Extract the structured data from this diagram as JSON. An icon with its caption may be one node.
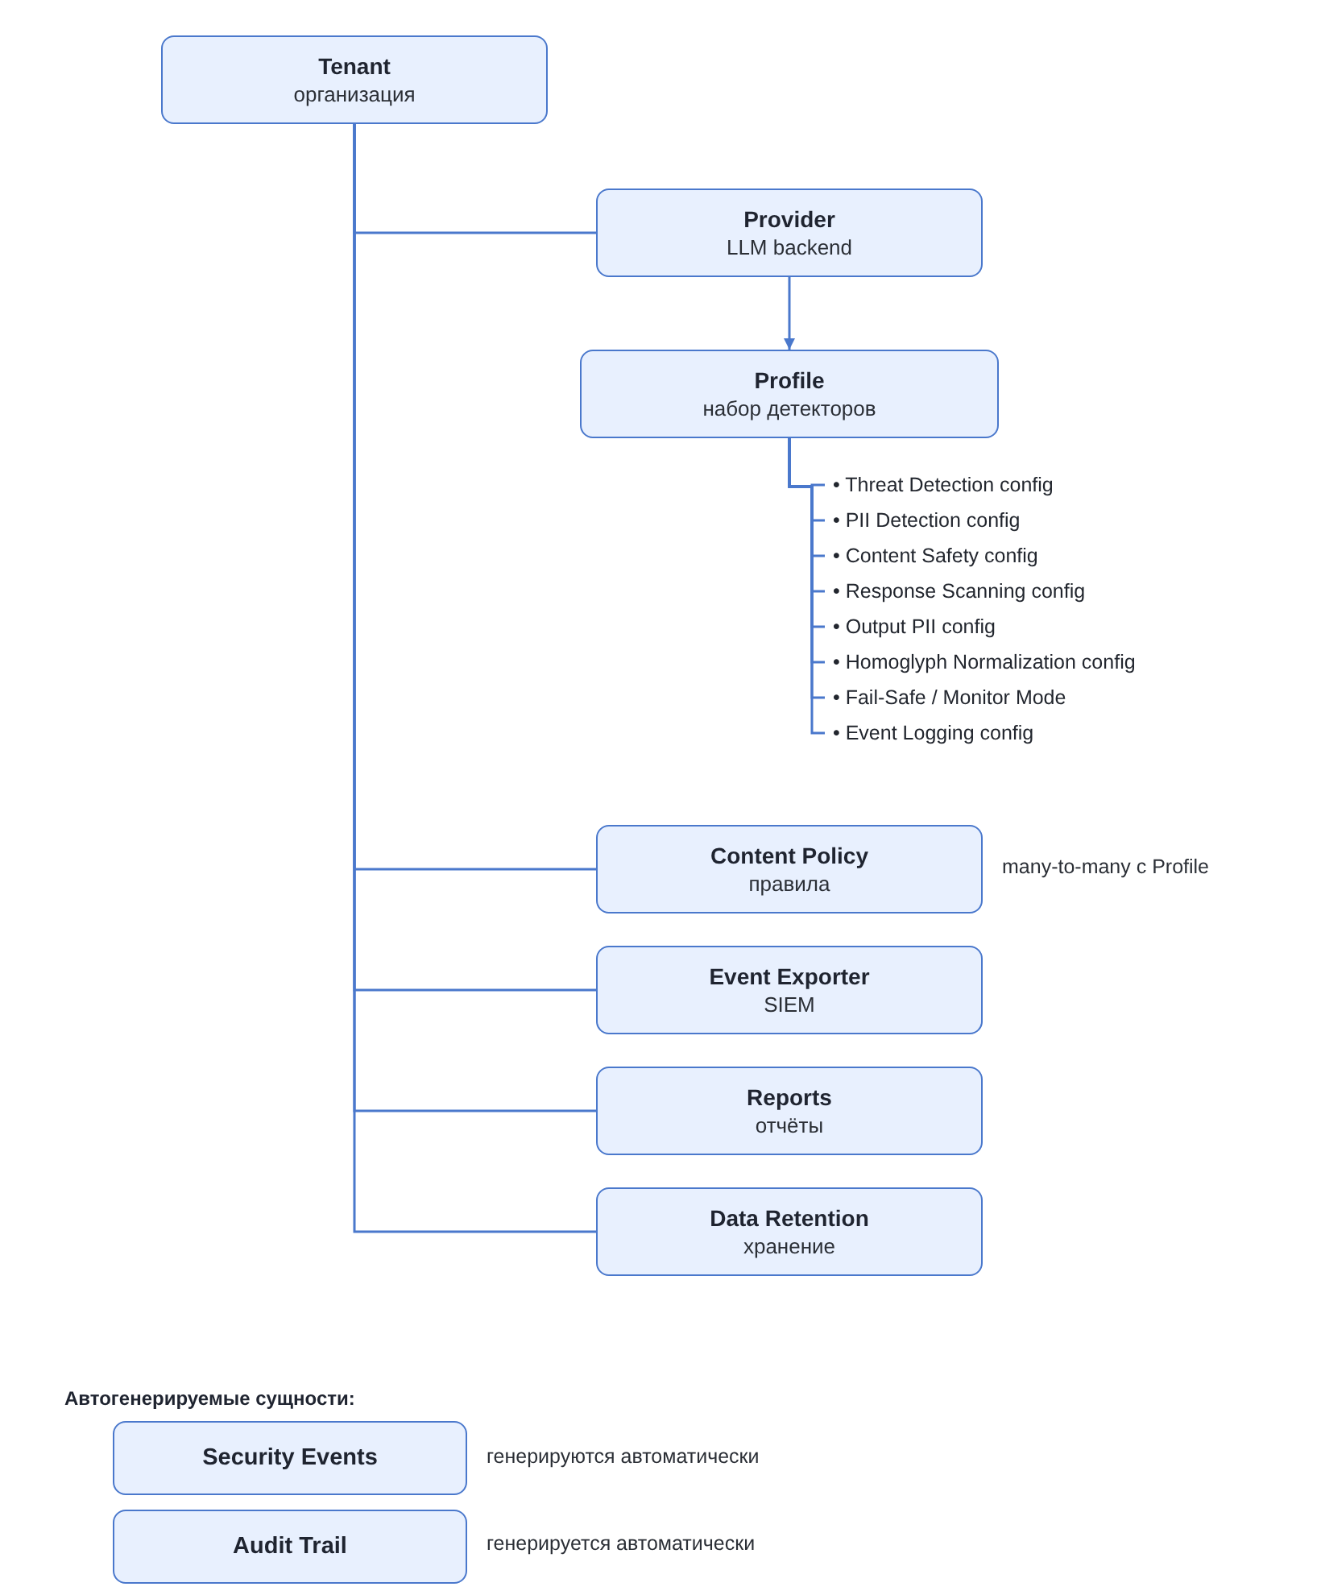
{
  "diagram": {
    "nodes": [
      {
        "text": [
          "Tenant",
          "организация"
        ]
      },
      {
        "text": [
          "Provider",
          "LLM backend"
        ]
      },
      {
        "text": [
          "Profile",
          "набор детекторов"
        ]
      },
      {
        "text": [
          "• Threat Detection config"
        ]
      },
      {
        "text": [
          "• PII Detection config"
        ]
      },
      {
        "text": [
          "• Content Safety config"
        ]
      },
      {
        "text": [
          "• Response Scanning config"
        ]
      },
      {
        "text": [
          "• Output PII config"
        ]
      },
      {
        "text": [
          "• Homoglyph Normalization config"
        ]
      },
      {
        "text": [
          "• Fail-Safe / Monitor Mode"
        ]
      },
      {
        "text": [
          "• Event Logging config"
        ]
      },
      {
        "text": [
          "Content Policy",
          "правила"
        ],
        "beside": [
          "many-to-many с Profile"
        ]
      },
      {
        "text": [
          "Event Exporter",
          "SIEM"
        ]
      },
      {
        "text": [
          "Reports",
          "отчёты"
        ]
      },
      {
        "text": [
          "Data Retention",
          "хранение"
        ]
      },
      {
        "text": [
          "Security Events"
        ],
        "beside": [
          "генерируются автоматически"
        ]
      },
      {
        "text": [
          "Audit Trail"
        ],
        "beside": [
          "генерируется автоматически"
        ]
      }
    ],
    "edges": [
      {
        "from": 0,
        "to": 1,
        "arrow": "none"
      },
      {
        "from": 1,
        "to": 2,
        "arrow": "to"
      },
      {
        "from": 2,
        "to": 3,
        "arrow": "none"
      },
      {
        "from": 2,
        "to": 4,
        "arrow": "none"
      },
      {
        "from": 2,
        "to": 5,
        "arrow": "none"
      },
      {
        "from": 2,
        "to": 6,
        "arrow": "none"
      },
      {
        "from": 2,
        "to": 7,
        "arrow": "none"
      },
      {
        "from": 2,
        "to": 8,
        "arrow": "none"
      },
      {
        "from": 2,
        "to": 9,
        "arrow": "none"
      },
      {
        "from": 2,
        "to": 10,
        "arrow": "none"
      },
      {
        "from": 0,
        "to": 11,
        "arrow": "none"
      },
      {
        "from": 0,
        "to": 12,
        "arrow": "none"
      },
      {
        "from": 0,
        "to": 13,
        "arrow": "none"
      },
      {
        "from": 0,
        "to": 14,
        "arrow": "none"
      }
    ],
    "labels": [
      "Автогенерируемые сущности:"
    ]
  }
}
